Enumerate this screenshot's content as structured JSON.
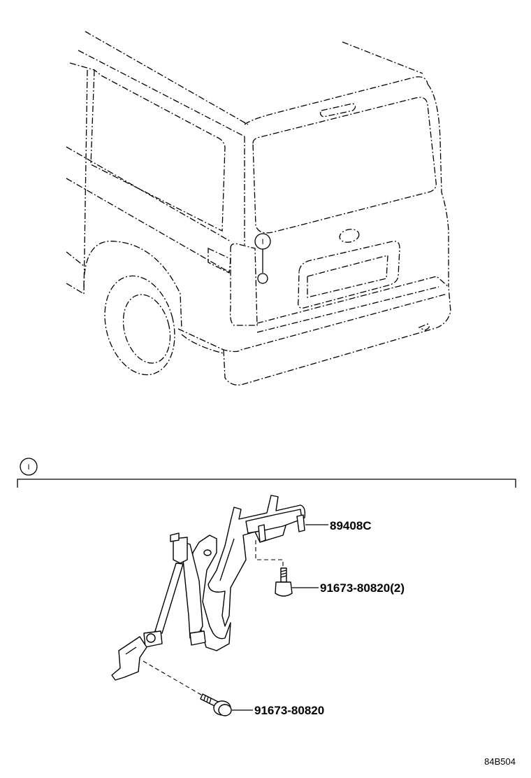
{
  "callout": {
    "marker": "I"
  },
  "parts": {
    "sensor_assembly": "89408C",
    "bolt_bracket": "91673-80820(2)",
    "bolt_link": "91673-80820"
  },
  "figure_code": "84B504"
}
